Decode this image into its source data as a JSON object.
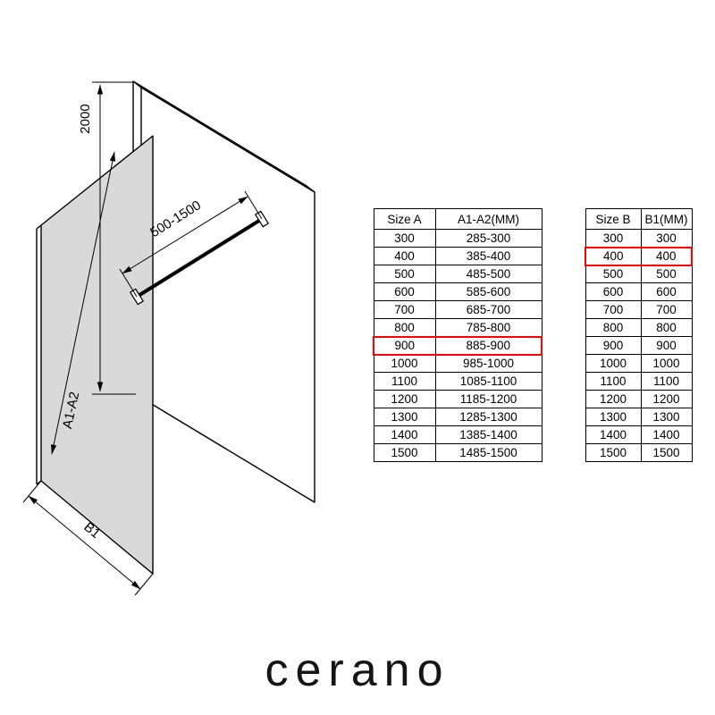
{
  "brand": {
    "logo_text": "cerano"
  },
  "diagram": {
    "labels": {
      "height": "2000",
      "bar_length_range": "500-1500",
      "panel_width": "A1-A2",
      "base_width": "B1"
    },
    "glass_color": "#d9d9d9",
    "line_color": "#000000"
  },
  "tables": {
    "highlight_color": "#ff0000",
    "size_a": {
      "headers": [
        "Size A",
        "A1-A2(MM)"
      ],
      "rows": [
        [
          "300",
          "285-300"
        ],
        [
          "400",
          "385-400"
        ],
        [
          "500",
          "485-500"
        ],
        [
          "600",
          "585-600"
        ],
        [
          "700",
          "685-700"
        ],
        [
          "800",
          "785-800"
        ],
        [
          "900",
          "885-900"
        ],
        [
          "1000",
          "985-1000"
        ],
        [
          "1100",
          "1085-1100"
        ],
        [
          "1200",
          "1185-1200"
        ],
        [
          "1300",
          "1285-1300"
        ],
        [
          "1400",
          "1385-1400"
        ],
        [
          "1500",
          "1485-1500"
        ]
      ],
      "highlighted_row_index": 6,
      "highlighted_value": "900"
    },
    "size_b": {
      "headers": [
        "Size B",
        "B1(MM)"
      ],
      "rows": [
        [
          "300",
          "300"
        ],
        [
          "400",
          "400"
        ],
        [
          "500",
          "500"
        ],
        [
          "600",
          "600"
        ],
        [
          "700",
          "700"
        ],
        [
          "800",
          "800"
        ],
        [
          "900",
          "900"
        ],
        [
          "1000",
          "1000"
        ],
        [
          "1100",
          "1100"
        ],
        [
          "1200",
          "1200"
        ],
        [
          "1300",
          "1300"
        ],
        [
          "1400",
          "1400"
        ],
        [
          "1500",
          "1500"
        ]
      ],
      "highlighted_row_index": 1,
      "highlighted_value": "400"
    }
  }
}
